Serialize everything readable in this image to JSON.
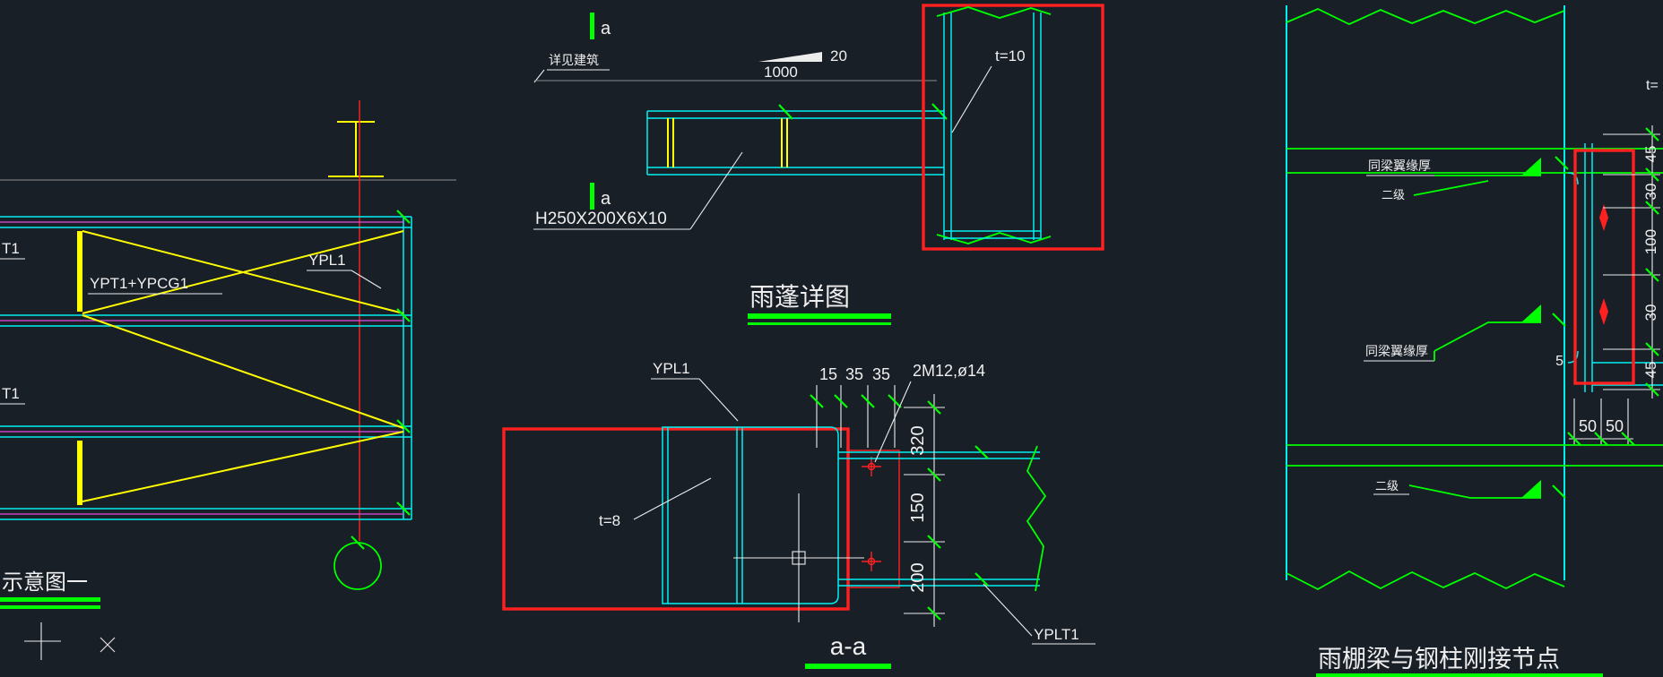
{
  "colors": {
    "background": "#191f27",
    "cyan": "#00f0f0",
    "green": "#00ff00",
    "yellow": "#ffff00",
    "magenta": "#e14ce1",
    "red": "#ff2020",
    "text": "#efefef",
    "gray_line": "#8d8d8d"
  },
  "plan_view": {
    "label_t1_upper": "T1",
    "label_t1_lower": "T1",
    "label_ypt": "YPT1+YPCG1",
    "label_ypl1": "YPL1",
    "caption": "示意图一"
  },
  "canopy_detail": {
    "title": "雨蓬详图",
    "section_marker_top": "a",
    "section_marker_bottom": "a",
    "note_arch": "详见建筑",
    "dim_length": "1000",
    "slope_label": "20",
    "plate_thickness": "t=10",
    "beam_spec": "H250X200X6X10"
  },
  "section_aa": {
    "title": "a-a",
    "label_ypl1": "YPL1",
    "label_yplt1": "YPLT1",
    "bolt_note": "2M12,ø14",
    "plate_thickness": "t=8",
    "dim_top": [
      "15",
      "35",
      "35"
    ],
    "dim_side": [
      "320",
      "150",
      "200"
    ]
  },
  "joint_detail": {
    "title": "雨棚梁与钢柱刚接节点",
    "flange_note_top": "同梁翼缘厚",
    "flange_note_bottom": "同梁翼缘厚",
    "weld_grade_top": "二级",
    "weld_grade_bottom": "二级",
    "dim_right": [
      "45",
      "30",
      "100",
      "30",
      "45"
    ],
    "dim_gauge": [
      "50",
      "50"
    ],
    "dim_edge": "5",
    "corner_label": "t="
  }
}
